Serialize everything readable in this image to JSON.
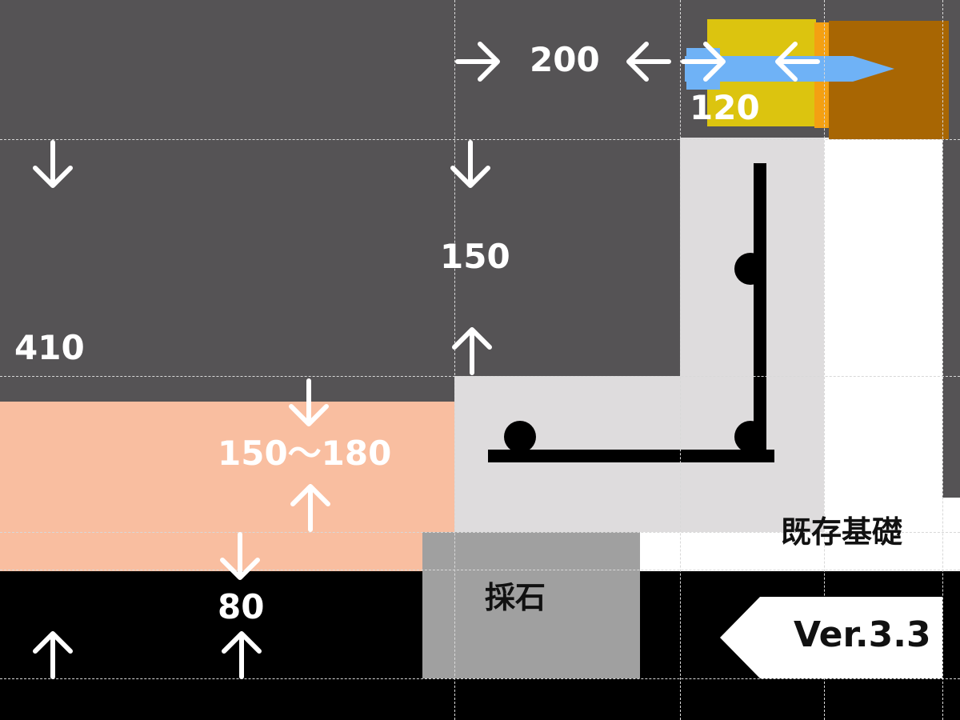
{
  "colors": {
    "background": "#000000",
    "soil": "#555355",
    "crushed_stone_layer": "#f9bea0",
    "concrete": "#dedcdd",
    "gravel": "#a0a0a0",
    "existing_foundation": "#ffffff",
    "post_yellow": "#dcc40f",
    "post_orange": "#f4a012",
    "post_brown": "#a86603",
    "anchor_blue": "#6fb2f6",
    "rebar": "#000000",
    "dim_text": "#ffffff"
  },
  "dimensions": {
    "d200": "200",
    "d120": "120",
    "d150": "150",
    "d410": "410",
    "d150_180": "150～180",
    "d80": "80"
  },
  "labels": {
    "existing_foundation": "既存基礎",
    "gravel": "採石",
    "version": "Ver.3.3"
  }
}
